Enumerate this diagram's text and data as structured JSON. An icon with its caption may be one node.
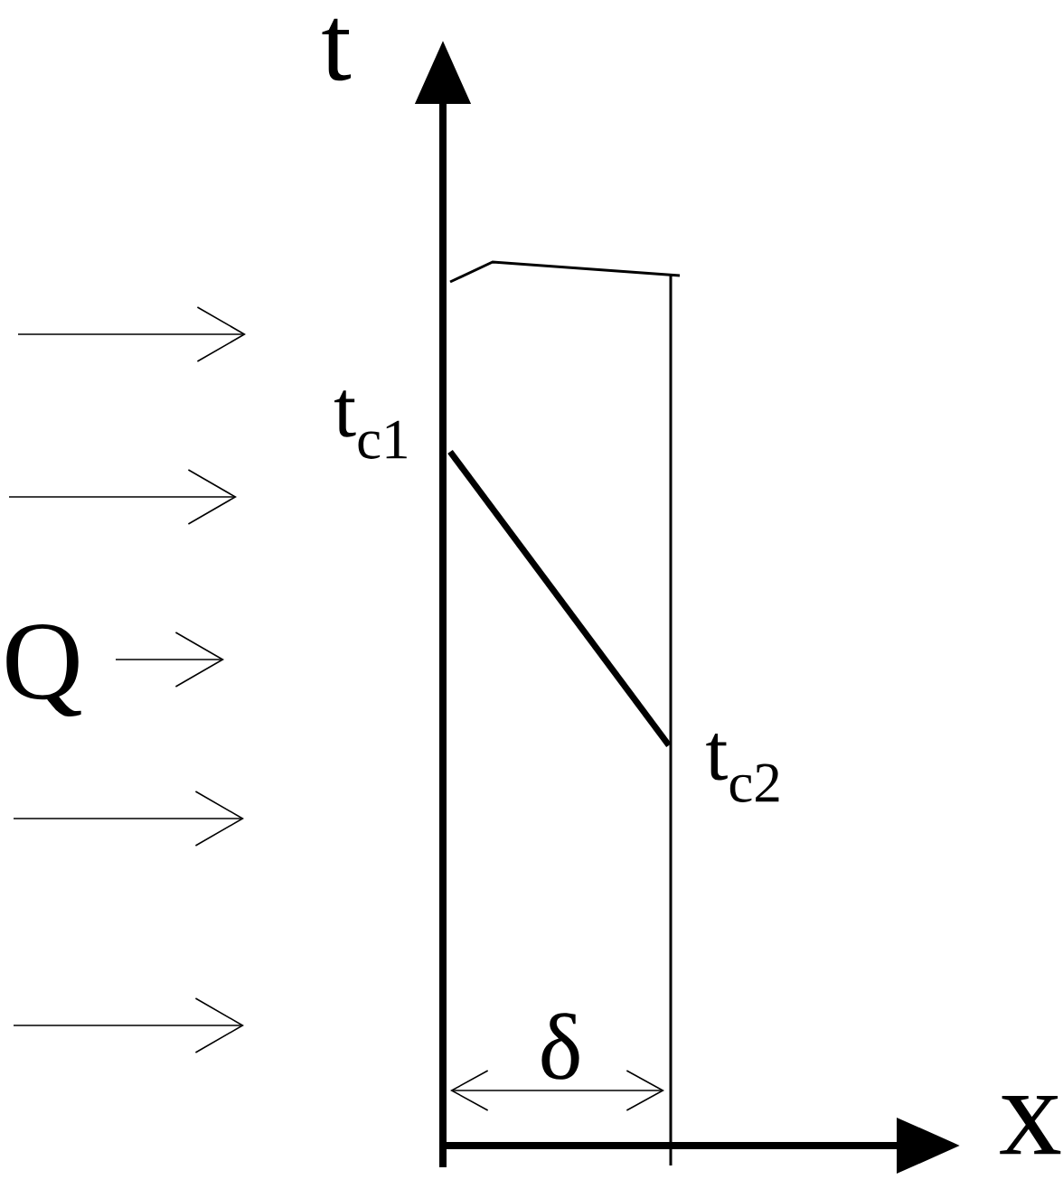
{
  "diagram": {
    "labels": [
      "t",
      "t$_{c1}$",
      "Q",
      "t$_{c2}$",
      "δ",
      "x"
    ]
  }
}
